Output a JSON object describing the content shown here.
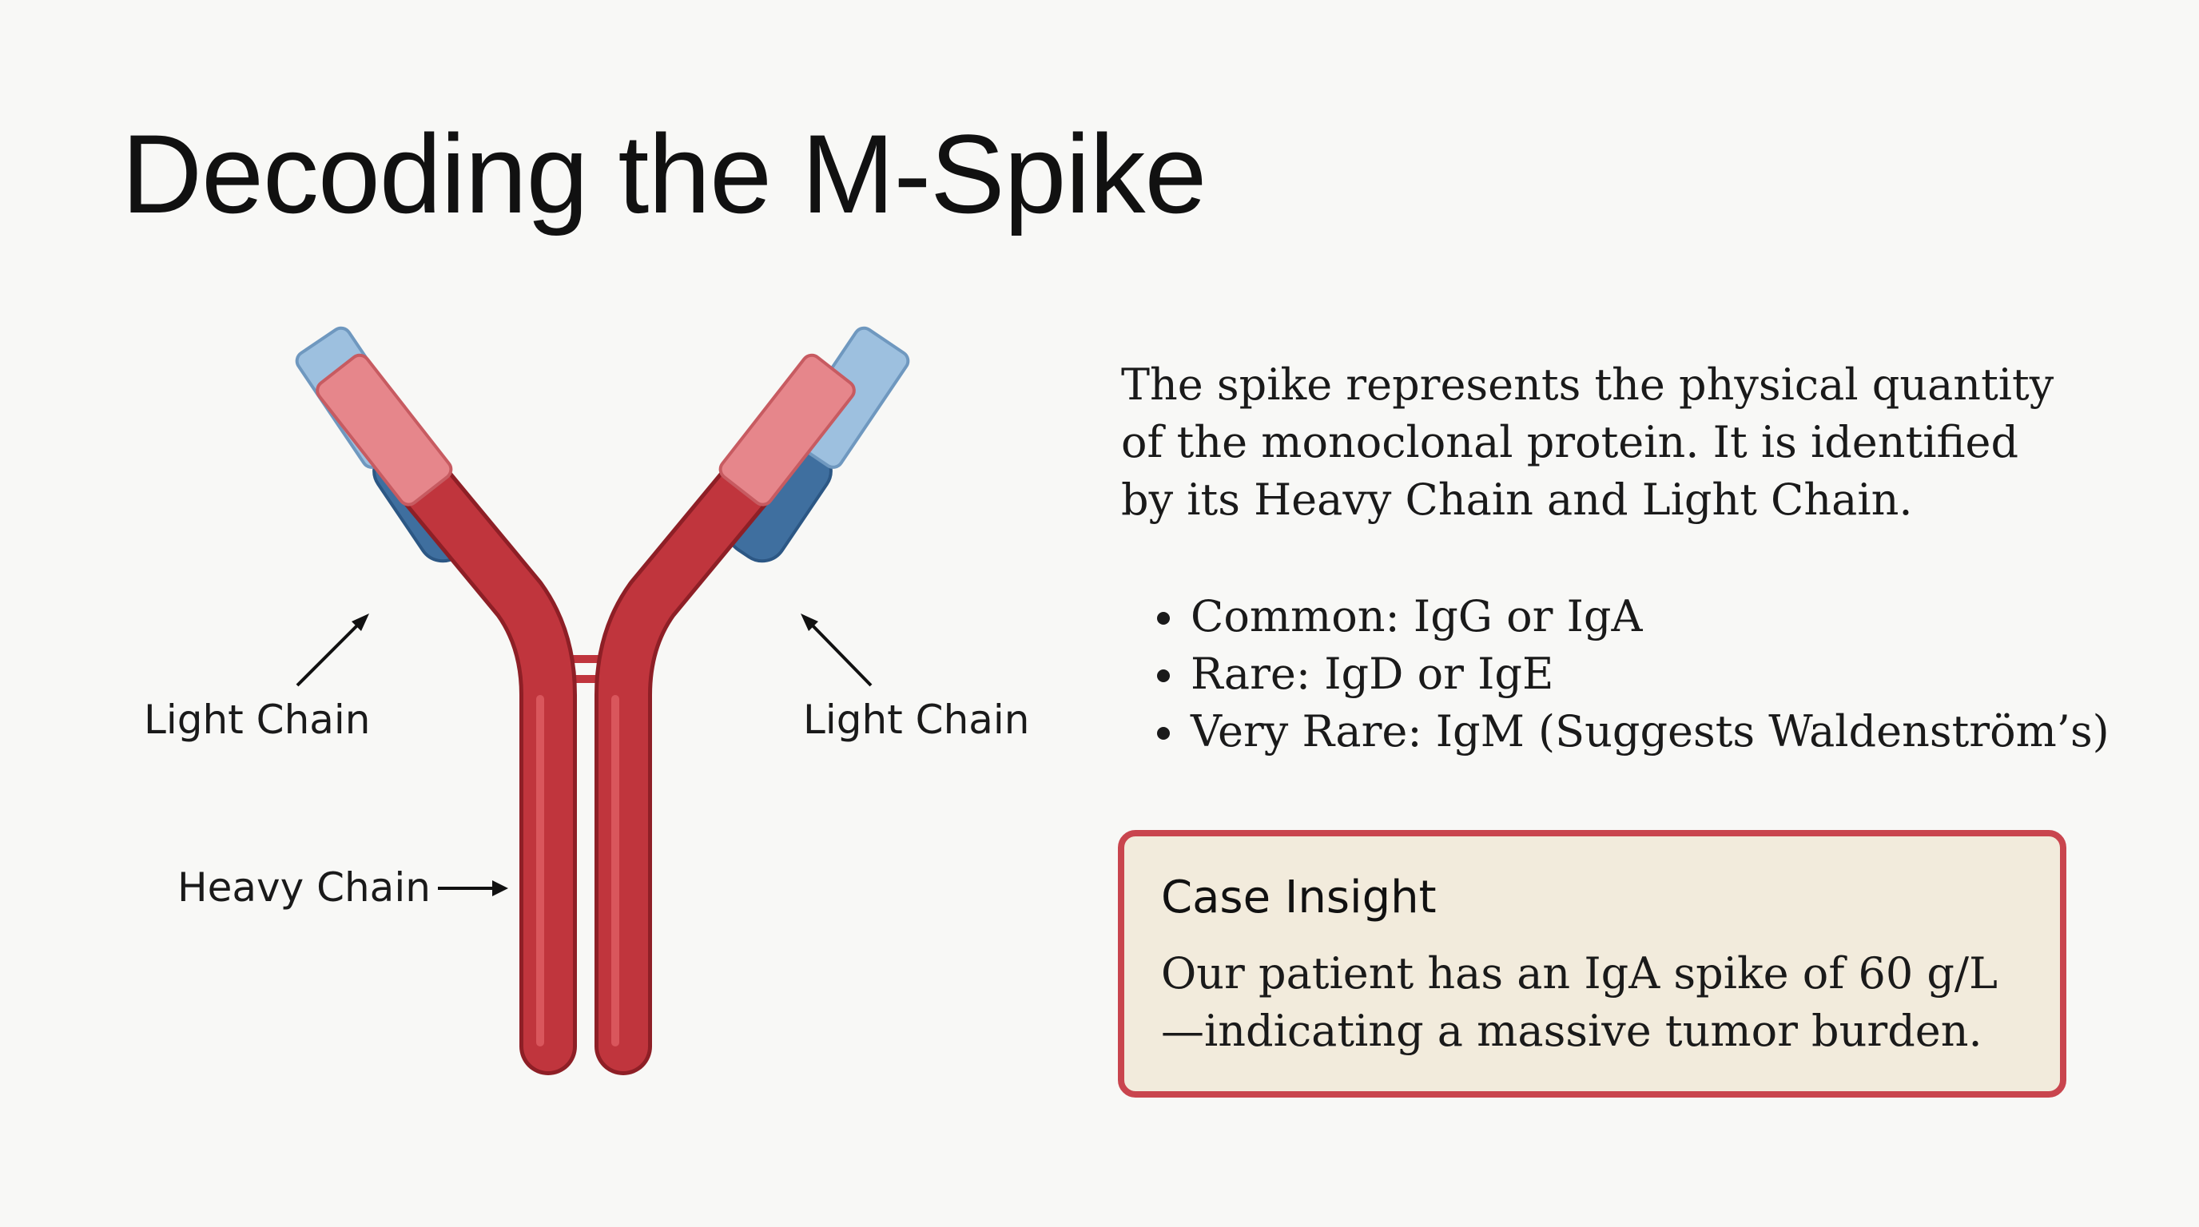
{
  "slide": {
    "title": "Decoding the M-Spike"
  },
  "diagram": {
    "labels": {
      "light_chain_left": "Light Chain",
      "light_chain_right": "Light Chain",
      "heavy_chain": "Heavy Chain"
    },
    "colors": {
      "heavy_chain": "#c0353d",
      "heavy_chain_tip": "#e6868b",
      "light_chain": "#3f6f9f",
      "light_chain_tip": "#9dc0df"
    }
  },
  "content": {
    "intro": "The spike represents the physical quantity of the monoclonal protein. It is identified by its Heavy Chain and Light Chain.",
    "bullets": [
      "Common: IgG or IgA",
      "Rare: IgD or IgE",
      "Very Rare: IgM (Suggests Waldenström’s)"
    ]
  },
  "case_insight": {
    "heading": "Case Insight",
    "text": "Our patient has an IgA spike of 60 g/L—indicating a massive tumor burden.",
    "border_color": "#c9454e",
    "background_color": "#f2ebdc"
  }
}
